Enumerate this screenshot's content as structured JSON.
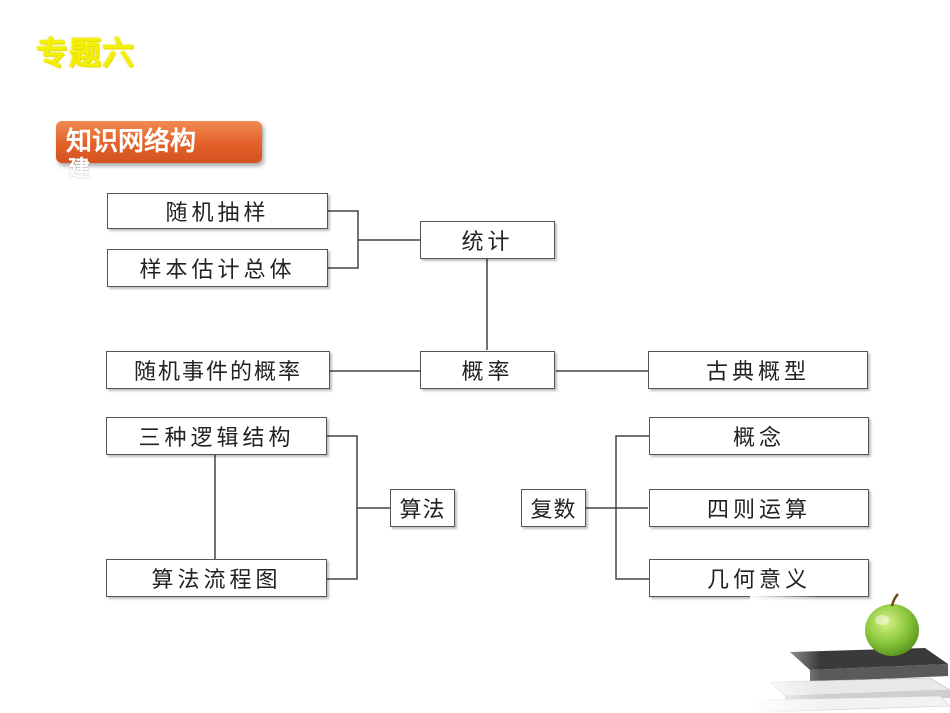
{
  "header": {
    "title": "专题六"
  },
  "section": {
    "label": "知识网络构",
    "overflow_char": "建"
  },
  "diagram": {
    "nodes": {
      "random_sampling": "随机抽样",
      "sample_estimate": "样本估计总体",
      "statistics": "统计",
      "random_event_prob": "随机事件的概率",
      "probability": "概率",
      "classical_model": "古典概型",
      "three_logic": "三种逻辑结构",
      "flowchart": "算法流程图",
      "algorithm": "算法",
      "complex": "复数",
      "concept": "概念",
      "four_ops": "四则运算",
      "geometry": "几何意义"
    }
  }
}
